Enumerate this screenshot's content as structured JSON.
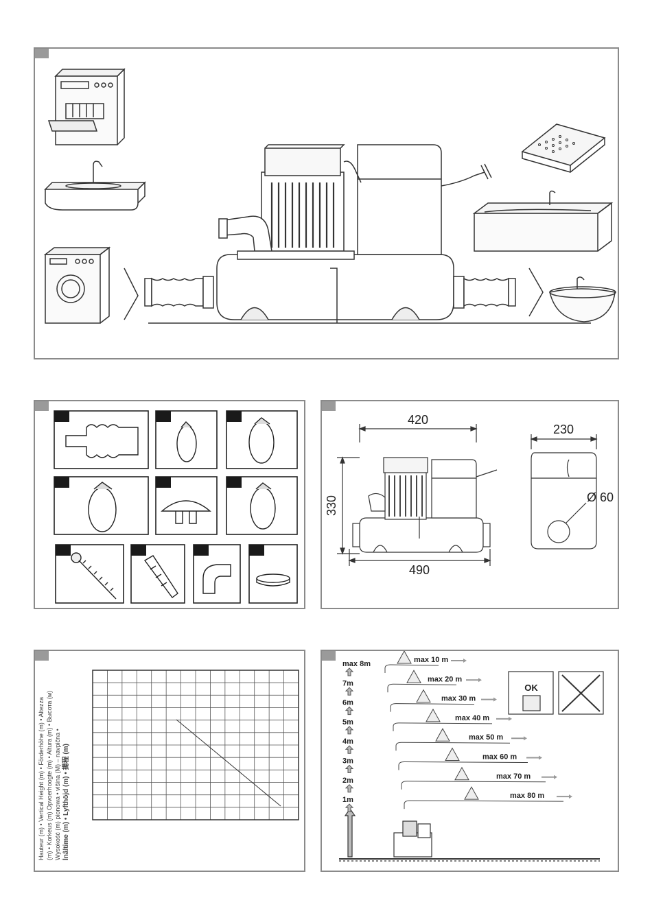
{
  "installation": {
    "appliances_left": [
      "dishwasher-icon",
      "sink-icon",
      "washing-machine-icon"
    ],
    "appliances_right": [
      "shower-tray-icon",
      "bathtub-icon",
      "washbasin-icon"
    ]
  },
  "dimensions": {
    "width_total": "420",
    "depth": "230",
    "height": "330",
    "base_width": "490",
    "outlet_diameter": "Ø 60"
  },
  "graph": {
    "ylabel_lines": [
      "Hauteur (m) • Vertical Height (m) • Förderhöhe (m) • Altezza",
      "(m) • Korkeus (m) Opvoerhoogte (m) • Altura (m) • Высота (м)",
      "Wysokość (m) pionowa • višina (M) – navpična •",
      "İnâltime (m)  • Lyfthöjd (m) • 揚程 (m)"
    ]
  },
  "limits": {
    "heights": [
      "max 8m",
      "7m",
      "6m",
      "5m",
      "4m",
      "3m",
      "2m",
      "1m"
    ],
    "distances": [
      "max 10 m",
      "max 20 m",
      "max 30 m",
      "max 40 m",
      "max 50 m",
      "max 60 m",
      "max 70 m",
      "max 80 m"
    ],
    "ok_label": "OK"
  }
}
